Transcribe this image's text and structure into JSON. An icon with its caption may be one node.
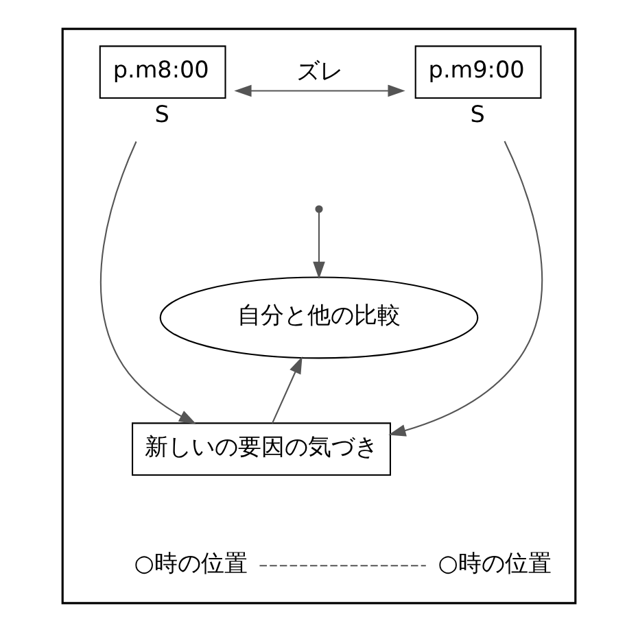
{
  "diagram": {
    "nodes": [
      {
        "text": [],
        "shape": "box"
      },
      {
        "text": [
          "p.m8:00"
        ],
        "beside": [
          "S"
        ],
        "in": 0
      },
      {
        "text": [
          "p.m9:00"
        ],
        "beside": [
          "S"
        ],
        "in": 0
      },
      {
        "text": [
          "自分と他の比較"
        ],
        "in": 0
      },
      {
        "text": [
          "新しいの要因の気づき"
        ],
        "in": 0
      },
      {
        "text": [
          "○時の位置"
        ],
        "in": 0
      },
      {
        "text": [
          "○時の位置"
        ],
        "in": 0
      }
    ],
    "edges": [
      {
        "from": 1,
        "to": 2,
        "label": "ズレ",
        "arrow": "both"
      },
      {
        "from": 1,
        "to": 4,
        "arrow": "to"
      },
      {
        "from": 2,
        "to": 4,
        "arrow": "to"
      },
      {
        "from": null,
        "to": 3,
        "arrow": "to"
      },
      {
        "from": 4,
        "to": 3,
        "arrow": "to"
      },
      {
        "from": 5,
        "to": 6,
        "arrow": "none",
        "style": "dashed"
      }
    ]
  }
}
